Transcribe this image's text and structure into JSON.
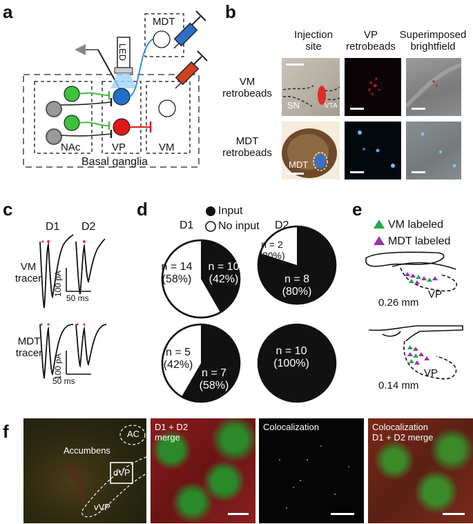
{
  "panels": {
    "a": {
      "label": "a",
      "led": "LED",
      "mdt": "MDT",
      "nac": "NAc",
      "vp": "VP",
      "vm": "VM",
      "basal_ganglia": "Basal ganglia"
    },
    "b": {
      "label": "b",
      "col1": "Injection\nsite",
      "col2": "VP\nretrobeads",
      "col3": "Superimposed\nbrightfield",
      "row1": "VM\nretrobeads",
      "row2": "MDT\nretrobeads",
      "sn": "SN",
      "vta": "VTA",
      "mdt_img": "MDT"
    },
    "c": {
      "label": "c",
      "d1": "D1",
      "d2": "D2",
      "row1": "VM\ntracer",
      "row2": "MDT\ntracer",
      "scale1_y": "100 pA",
      "scale1_x": "50 ms",
      "scale2_y": "100 pA",
      "scale2_x": "50 ms"
    },
    "d": {
      "label": "d",
      "legend_input": "Input",
      "legend_noinput": "No input",
      "d1": "D1",
      "d2": "D2",
      "pies": [
        {
          "noinput_text": "n = 14\n(58%)",
          "input_text": "n = 10\n(42%)"
        },
        {
          "noinput_text": "n = 2\n(20%)",
          "input_text": "n = 8\n(80%)"
        },
        {
          "noinput_text": "n = 5\n(42%)",
          "input_text": "n = 7\n(58%)"
        },
        {
          "noinput_text": "",
          "input_text": "n = 10\n(100%)"
        }
      ]
    },
    "e": {
      "label": "e",
      "legend_vm": "VM labeled",
      "legend_mdt": "MDT labeled",
      "vp1": "VP",
      "vp2": "VP",
      "depth1": "0.26 mm",
      "depth2": "0.14 mm"
    },
    "f": {
      "label": "f",
      "ac": "AC",
      "accumbens": "Accumbens",
      "dvp": "dVP",
      "vvp": "vVP",
      "img2": "D1 + D2\nmerge",
      "img3": "Colocalization",
      "img4": "Colocalization\nD1 + D2 merge"
    }
  },
  "colors": {
    "neuron_green": "#3cc23c",
    "neuron_blue": "#1f6fc9",
    "neuron_red": "#e01919",
    "syringe_blue": "#2f6fc7",
    "syringe_red": "#d04020",
    "vm_marker": "#22aa44",
    "mdt_marker": "#9933aa"
  }
}
